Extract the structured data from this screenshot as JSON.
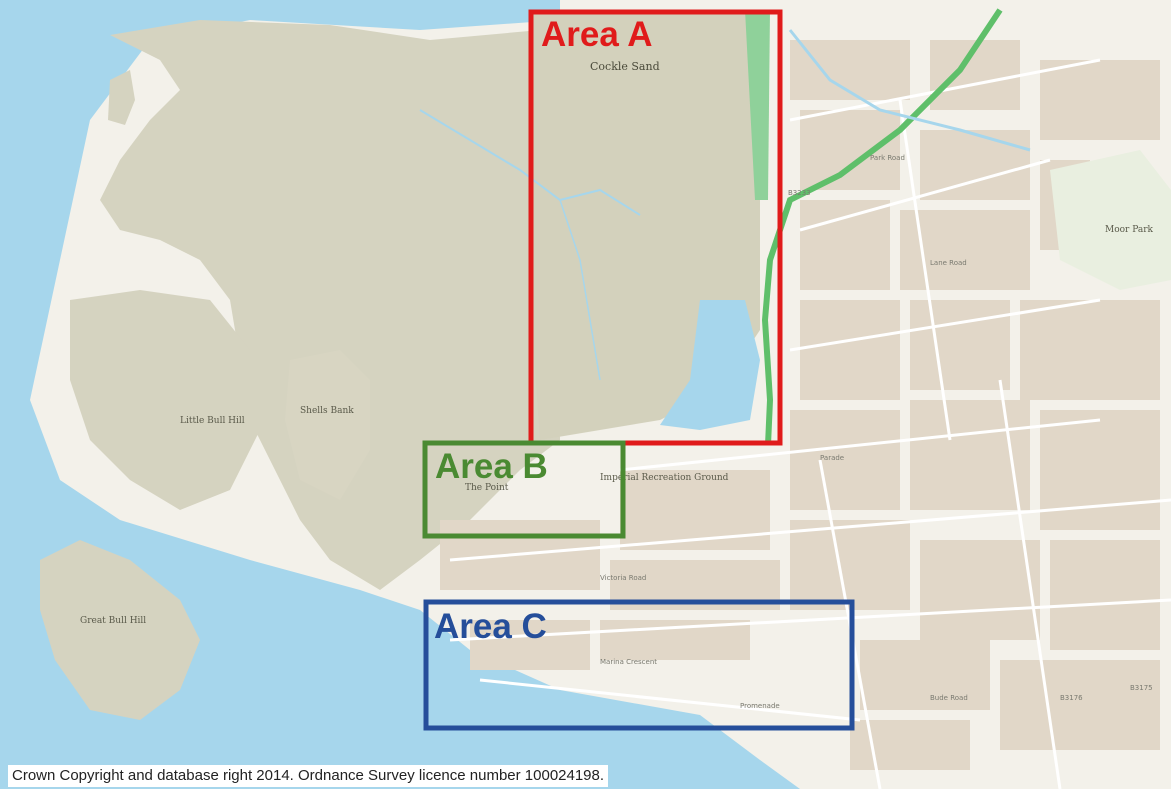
{
  "colors": {
    "water": "#a6d6ec",
    "sand": "#d5d3c0",
    "land": "#f3f1ea",
    "building": "#e1d7c8",
    "green_road": "#5fbf6a",
    "area_a": "#e01b1b",
    "area_b": "#4a8a32",
    "area_c": "#254e9a"
  },
  "areas": [
    {
      "label": "Area A",
      "color_key": "area_a"
    },
    {
      "label": "Area B",
      "color_key": "area_b"
    },
    {
      "label": "Area C",
      "color_key": "area_c"
    }
  ],
  "places": {
    "cockle_sand": "Cockle Sand",
    "little_bull_hill": "Little Bull Hill",
    "shells_bank": "Shells Bank",
    "great_bull_hill": "Great Bull Hill",
    "the_point": "The Point",
    "moor_park": "Moor Park",
    "ground": "Imperial\nRecreation Ground",
    "marina": "Marina Crescent",
    "promenade": "Promenade"
  },
  "roads": {
    "b3233": "B3233",
    "b3175": "B3175",
    "b3176": "B3176",
    "park_road": "Park Road",
    "victoria_road": "Victoria Road",
    "lane_road": "Lane Road",
    "bude_road": "Bude Road",
    "parade": "Parade"
  },
  "footer": {
    "copyright": "Crown Copyright and database right 2014. Ordnance Survey licence number 100024198."
  }
}
